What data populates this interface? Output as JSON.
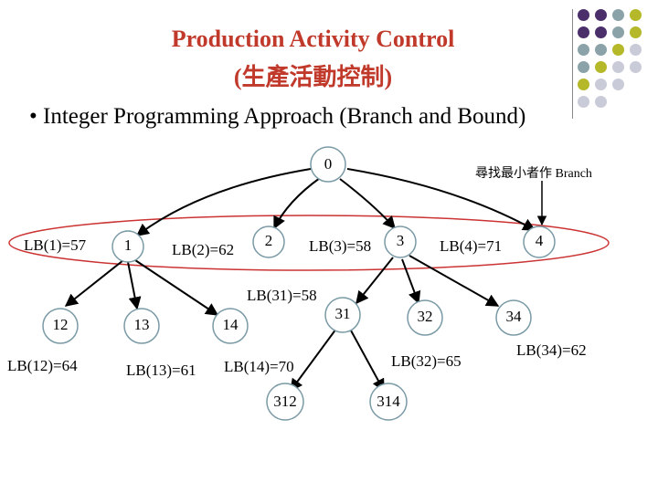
{
  "title_line1": "Production Activity Control",
  "title_line2": "(生產活動控制)",
  "bullet": "• Integer Programming Approach (Branch and Bound)",
  "note": "尋找最小者作 Branch",
  "nodes": {
    "n0": "0",
    "n1": "1",
    "n2": "2",
    "n3": "3",
    "n4": "4",
    "n12": "12",
    "n13": "13",
    "n14": "14",
    "n31": "31",
    "n32": "32",
    "n34": "34",
    "n312": "312",
    "n314": "314"
  },
  "bounds": {
    "lb1": "LB(1)=57",
    "lb2": "LB(2)=62",
    "lb3": "LB(3)=58",
    "lb4": "LB(4)=71",
    "lb31": "LB(31)=58",
    "lb12": "LB(12)=64",
    "lb13": "LB(13)=61",
    "lb14": "LB(14)=70",
    "lb32": "LB(32)=65",
    "lb34": "LB(34)=62"
  },
  "colors": {
    "title": "#c0392b",
    "ellipse": "#cc3333",
    "node_stroke": "#7a9aa6",
    "dot_purple": "#4b2f6b",
    "dot_teal": "#8aa2a8",
    "dot_olive": "#b5b829",
    "dot_light": "#c9cbd8"
  }
}
